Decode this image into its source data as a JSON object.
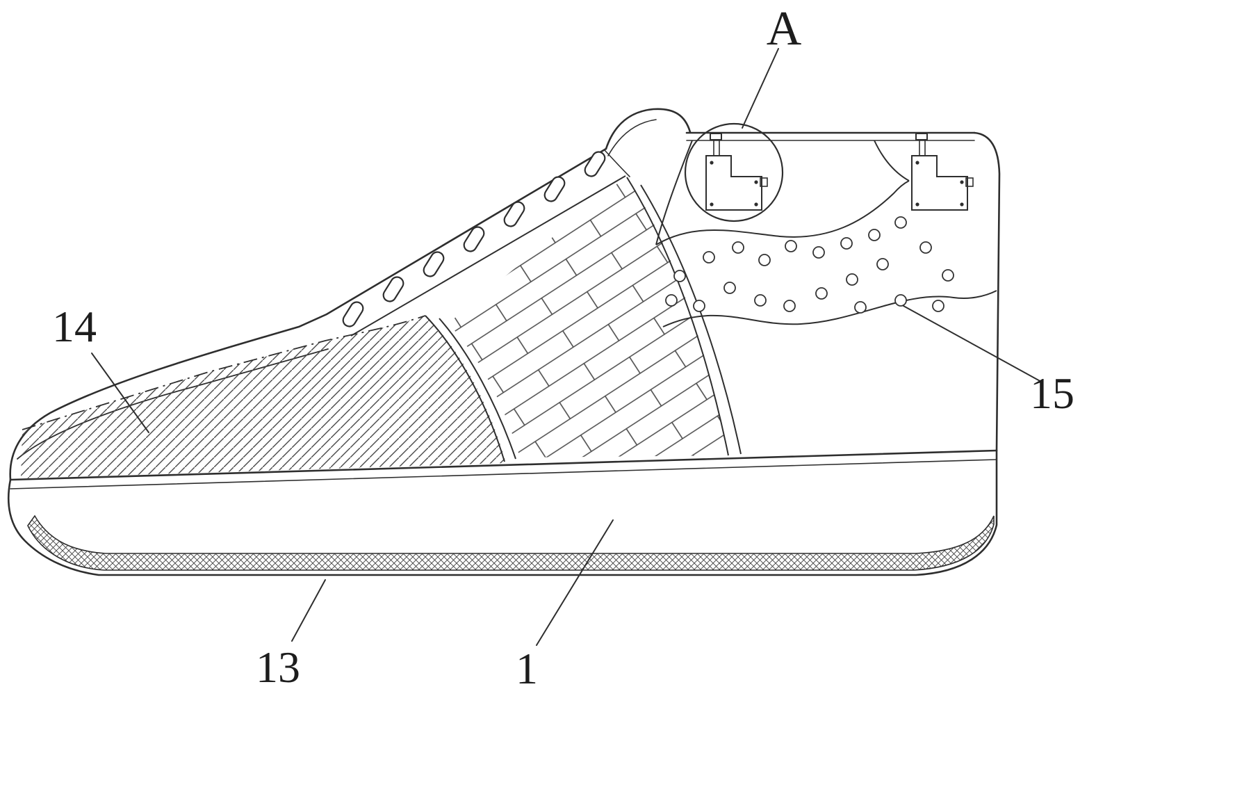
{
  "figure": {
    "kind": "patent line drawing",
    "subject": "side view of a sneaker with hatched toe cap, woven mid panel, perforated heel panel, collar bar with clamp fittings and crosshatched outsole tread",
    "background_color": "#ffffff",
    "line_color": "#2e2e2e"
  },
  "labels": [
    {
      "id": "detail-A",
      "text": "A"
    },
    {
      "id": "ref-14",
      "text": "14"
    },
    {
      "id": "ref-15",
      "text": "15"
    },
    {
      "id": "ref-13",
      "text": "13"
    },
    {
      "id": "ref-1",
      "text": "1"
    }
  ]
}
